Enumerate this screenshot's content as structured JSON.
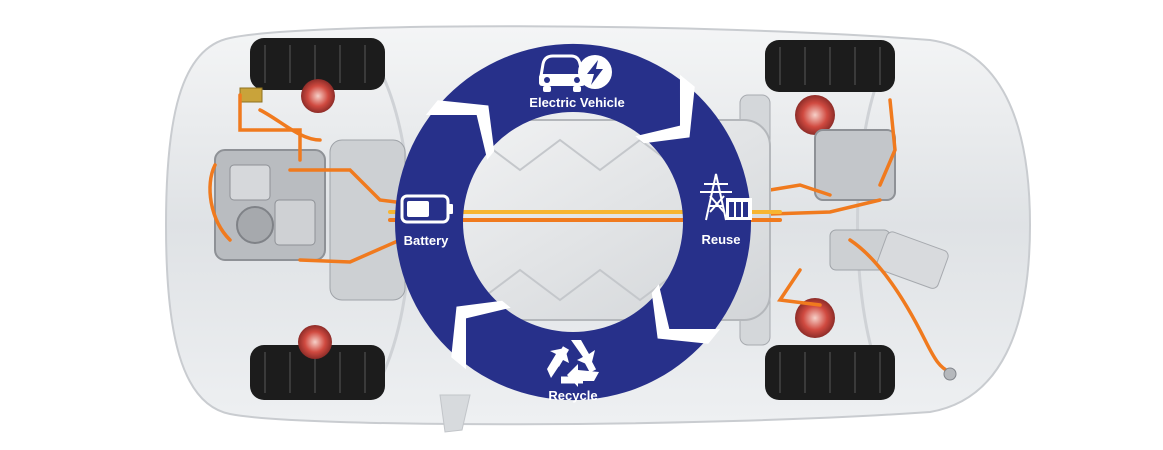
{
  "cycle": {
    "stages": [
      {
        "label": "Electric Vehicle",
        "icon": "electric-car-icon"
      },
      {
        "label": "Reuse",
        "icon": "power-tower-battery-storage-icon"
      },
      {
        "label": "Recycle",
        "icon": "recycle-icon"
      },
      {
        "label": "Battery",
        "icon": "battery-icon"
      }
    ]
  },
  "colors": {
    "ring": "#27308a",
    "ring_gap": "#ffffff",
    "icon": "#ffffff",
    "car_body": "#e6e8ea",
    "wiring": "#f07a1e",
    "tire": "#1c1c1c",
    "brake": "#c8433d"
  },
  "background_image": "electric-car-chassis-topview"
}
